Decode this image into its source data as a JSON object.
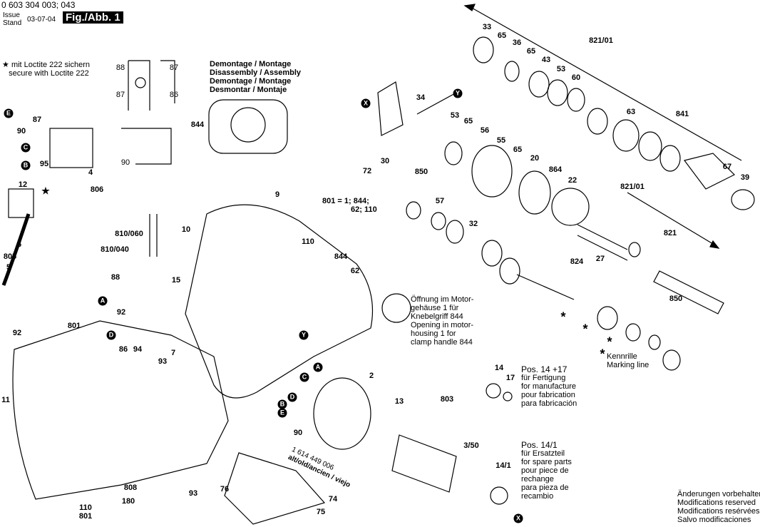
{
  "header": {
    "part_number": "0 603 304 003; 043",
    "issue_label_1": "Issue",
    "issue_label_2": "Stand",
    "issue_date": "03-07-04",
    "figure": "Fig./Abb. 1"
  },
  "loctite_note": {
    "star": "★",
    "line1": "mit Loctite 222 sichern",
    "line2": "secure with Loctite 222"
  },
  "disassembly": [
    "Demontage / Montage",
    "Disassembly / Assembly",
    "Demontage / Montage",
    "Desmontar / Montaje"
  ],
  "opening_note": [
    "Öffnung im Motor-",
    "gehäuse 1 für",
    "Knebelgriff 844",
    "Opening in motor-",
    "housing 1 for",
    "clamp handle 844"
  ],
  "marking_note": [
    "Kennrille",
    "Marking line"
  ],
  "pos14_17": [
    "Pos. 14 +17",
    "für Fertigung",
    "for manufacture",
    "pour fabrication",
    "para fabricación"
  ],
  "pos14_1": [
    "Pos. 14/1",
    "für Ersatzteil",
    "for spare parts",
    "pour piece de",
    "rechange",
    "para pieza de",
    "recambio"
  ],
  "modifications": [
    "Änderungen vorbehalten",
    "Modifications reserved",
    "Modifications resérvées",
    "Salvo modificaciones"
  ],
  "old_part": [
    "1 614 449 006",
    "alt/old/ancien / viejo"
  ],
  "assembly_note": [
    "801 = 1; 844;",
    "62; 110"
  ],
  "callouts": [
    "33",
    "65",
    "36",
    "65",
    "43",
    "53",
    "60",
    "821/01",
    "63",
    "841",
    "67",
    "39",
    "34",
    "72",
    "30",
    "53",
    "65",
    "56",
    "55",
    "65",
    "20",
    "864",
    "22",
    "821/01",
    "850",
    "57",
    "32",
    "821",
    "27",
    "824",
    "850",
    "14",
    "17",
    "803",
    "13",
    "3/50",
    "14/1",
    "2",
    "90",
    "76",
    "74",
    "75",
    "808",
    "180",
    "110",
    "801",
    "93",
    "11",
    "92",
    "801",
    "93",
    "7",
    "86",
    "94",
    "92",
    "88",
    "15",
    "810/060",
    "10",
    "810/040",
    "9",
    "110",
    "844",
    "62",
    "6",
    "805",
    "5",
    "12",
    "95",
    "4",
    "806",
    "87",
    "90",
    "844",
    "88",
    "87",
    "87",
    "86",
    "90"
  ],
  "badges": [
    "X",
    "Y",
    "Y",
    "A",
    "D",
    "C",
    "B",
    "E",
    "A",
    "C",
    "D",
    "B",
    "E",
    "X"
  ],
  "stars": [
    "★",
    "*",
    "*",
    "*",
    "*"
  ]
}
